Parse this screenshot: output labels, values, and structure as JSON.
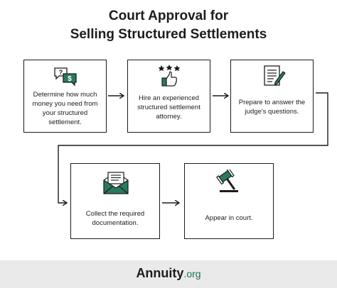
{
  "title": {
    "line1": "Court Approval for",
    "line2": "Selling Structured Settlements"
  },
  "steps": [
    {
      "text": "Determine how much money you need from your structured settlement.",
      "icon": "question-dollar-speech-bubbles-icon"
    },
    {
      "text": "Hire an experienced structured settlement attorney.",
      "icon": "thumbs-up-stars-icon"
    },
    {
      "text": "Prepare to answer the judge's questions.",
      "icon": "document-pen-icon"
    },
    {
      "text": "Collect the required documentation.",
      "icon": "envelope-letter-icon"
    },
    {
      "text": "Appear in court.",
      "icon": "gavel-icon"
    }
  ],
  "footer": {
    "brand_name": "Annuity",
    "brand_tld": ".org"
  },
  "colors": {
    "accent": "#2a7a5e",
    "border": "#1c1c1c",
    "footer_bg": "#eaeaea"
  }
}
